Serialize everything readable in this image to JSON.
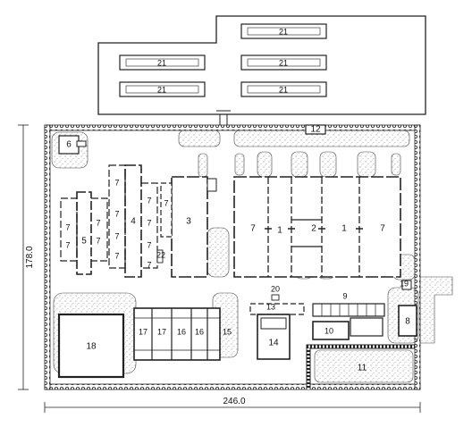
{
  "dimensions": {
    "width_label": "246.0",
    "height_label": "178.0"
  },
  "labels": {
    "b21": "21",
    "b12": "12",
    "b6": "6",
    "b7": "7",
    "b5": "5",
    "b4": "4",
    "b3": "3",
    "b22": "22",
    "b1": "1",
    "b2": "2",
    "b20": "20",
    "b13": "13",
    "b14": "14",
    "b9": "9",
    "b10": "10",
    "b11": "11",
    "b19": "19",
    "b8": "8",
    "b18": "18",
    "b17": "17",
    "b16": "16",
    "b15": "15"
  }
}
